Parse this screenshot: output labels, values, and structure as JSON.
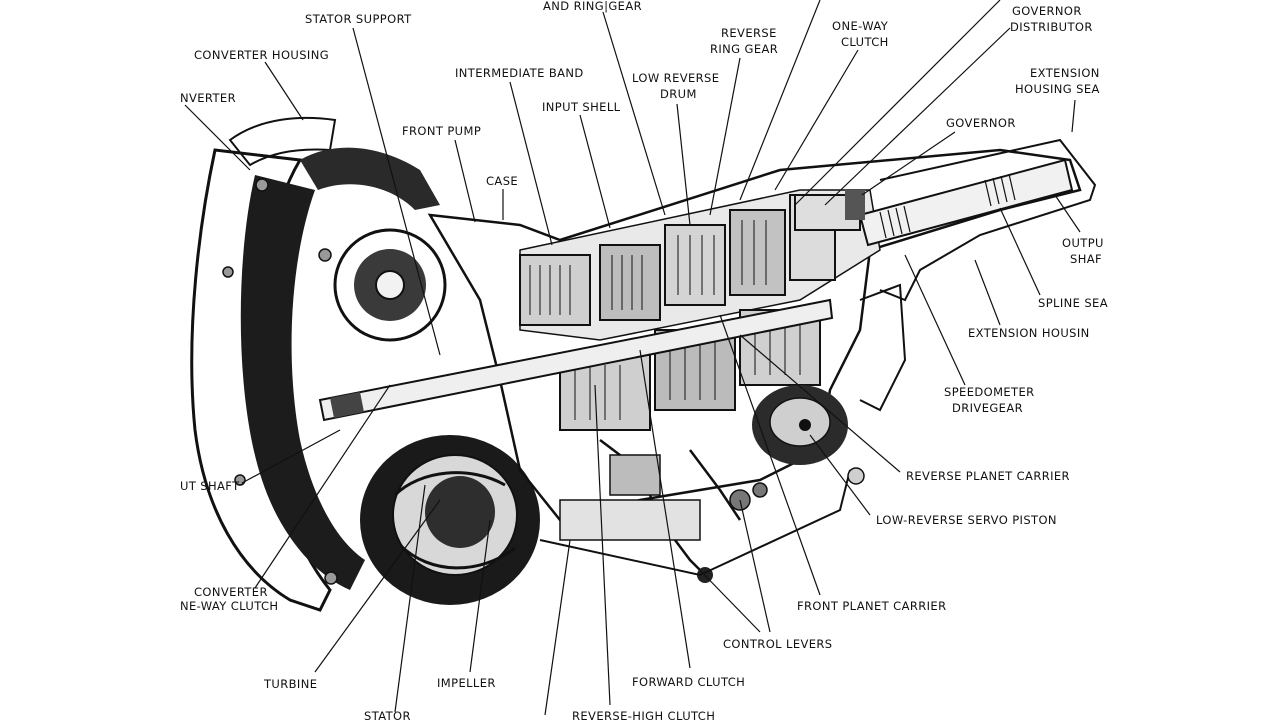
{
  "labels": {
    "and_ring_gear": "AND RING|GEAR",
    "stator_support": "STATOR SUPPORT",
    "converter_housing": "CONVERTER HOUSING",
    "converter": "NVERTER",
    "intermediate_band": "INTERMEDIATE BAND",
    "input_shell": "INPUT SHELL",
    "front_pump": "FRONT PUMP",
    "case": "CASE",
    "reverse_ring_gear_1": "REVERSE",
    "reverse_ring_gear_2": "RING GEAR",
    "one_way_clutch_1": "ONE-WAY",
    "one_way_clutch_2": "CLUTCH",
    "low_reverse_drum_1": "LOW REVERSE",
    "low_reverse_drum_2": "DRUM",
    "governor_distributor_1": "GOVERNOR",
    "governor_distributor_2": "DISTRIBUTOR",
    "extension_housing_seal_1": "EXTENSION",
    "extension_housing_seal_2": "HOUSING SEA",
    "governor": "GOVERNOR",
    "output_shaft_1": "OUTPU",
    "output_shaft_2": "SHAF",
    "spline_seal": "SPLINE SEA",
    "extension_housing": "EXTENSION HOUSIN",
    "speedometer_drivegear_1": "SPEEDOMETER",
    "speedometer_drivegear_2": "DRIVEGEAR",
    "reverse_planet_carrier": "REVERSE PLANET  CARRIER",
    "low_reverse_servo_piston": "LOW-REVERSE SERVO PISTON",
    "front_planet_carrier": "FRONT PLANET CARRIER",
    "control_levers": "CONTROL LEVERS",
    "forward_clutch": "FORWARD CLUTCH",
    "reverse_high_clutch": "REVERSE-HIGH CLUTCH",
    "impeller": "IMPELLER",
    "stator": "STATOR",
    "turbine": "TURBINE",
    "converter_one_way_clutch_1": "CONVERTER",
    "converter_one_way_clutch_2": "NE-WAY CLUTCH",
    "input_shaft": "UT SHAFT"
  }
}
